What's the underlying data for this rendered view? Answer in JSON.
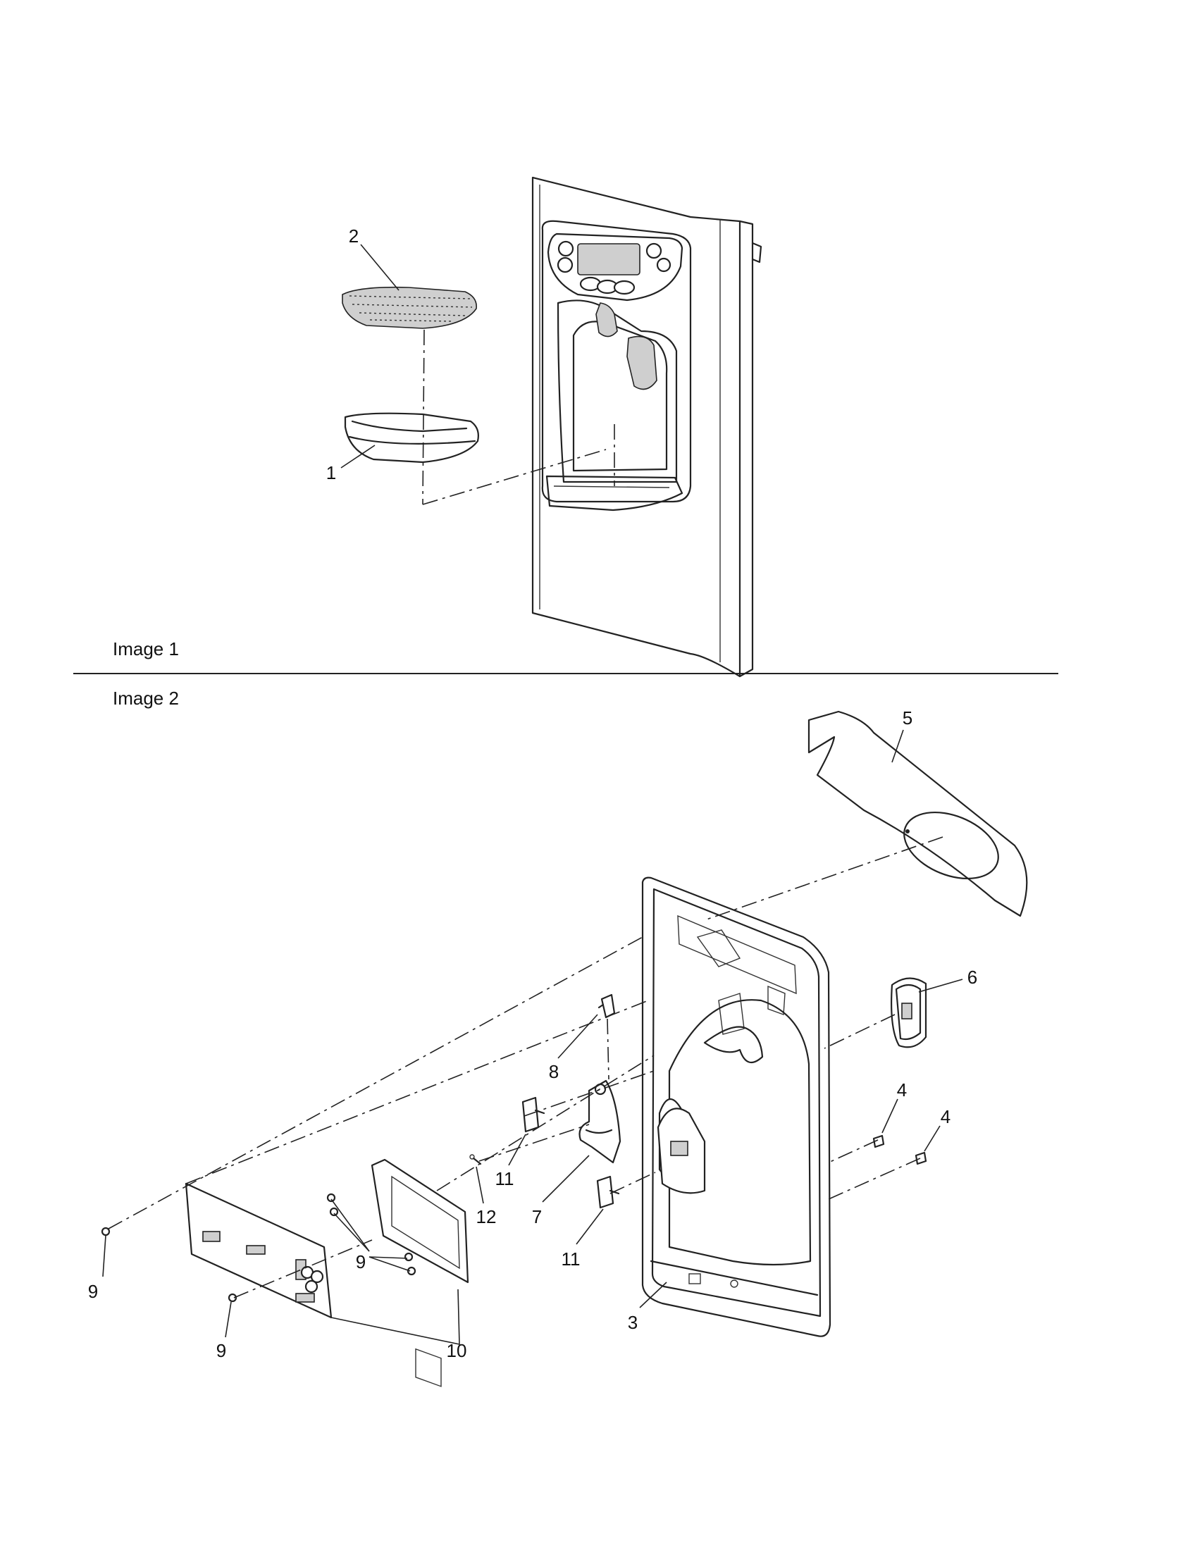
{
  "figure": {
    "image1_caption": "Image 1",
    "image2_caption": "Image 2"
  },
  "image1": {
    "callouts": [
      {
        "id": "c1-2",
        "label": "2"
      },
      {
        "id": "c1-1",
        "label": "1"
      }
    ]
  },
  "image2": {
    "callouts": [
      {
        "id": "c2-5",
        "label": "5"
      },
      {
        "id": "c2-6",
        "label": "6"
      },
      {
        "id": "c2-8",
        "label": "8"
      },
      {
        "id": "c2-4a",
        "label": "4"
      },
      {
        "id": "c2-4b",
        "label": "4"
      },
      {
        "id": "c2-11a",
        "label": "11"
      },
      {
        "id": "c2-12",
        "label": "12"
      },
      {
        "id": "c2-7",
        "label": "7"
      },
      {
        "id": "c2-11b",
        "label": "11"
      },
      {
        "id": "c2-9a",
        "label": "9"
      },
      {
        "id": "c2-9b",
        "label": "9"
      },
      {
        "id": "c2-9c",
        "label": "9"
      },
      {
        "id": "c2-10",
        "label": "10"
      },
      {
        "id": "c2-3",
        "label": "3"
      }
    ]
  }
}
